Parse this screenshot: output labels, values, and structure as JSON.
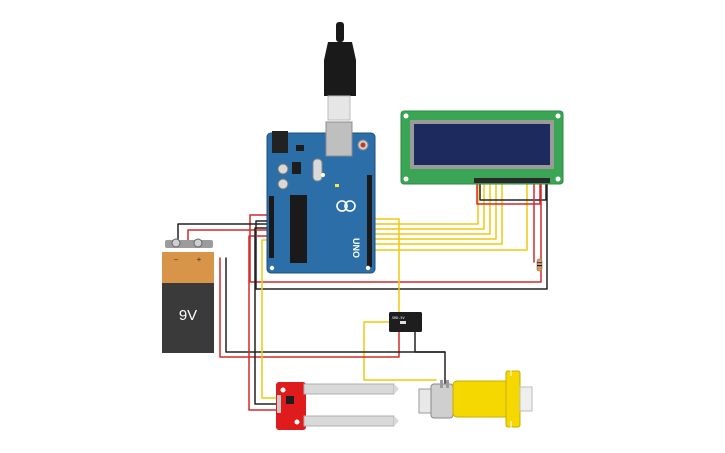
{
  "circuit": {
    "battery": {
      "label": "9V",
      "minus": "–",
      "plus": "+"
    },
    "arduino": {
      "model_label": "UNO"
    },
    "relay": {
      "label": "SRD-5V"
    }
  },
  "colors": {
    "wire_red": "#d42a2a",
    "wire_black": "#222222",
    "wire_yellow": "#f2c80f",
    "arduino_blue": "#2b6ea8",
    "lcd_green": "#3aa655",
    "lcd_screen": "#1c2a5e",
    "sensor_red": "#e01b1b",
    "motor_yellow": "#f5d800",
    "battery_orange": "#d8954a",
    "battery_dark": "#3a3a3a"
  }
}
